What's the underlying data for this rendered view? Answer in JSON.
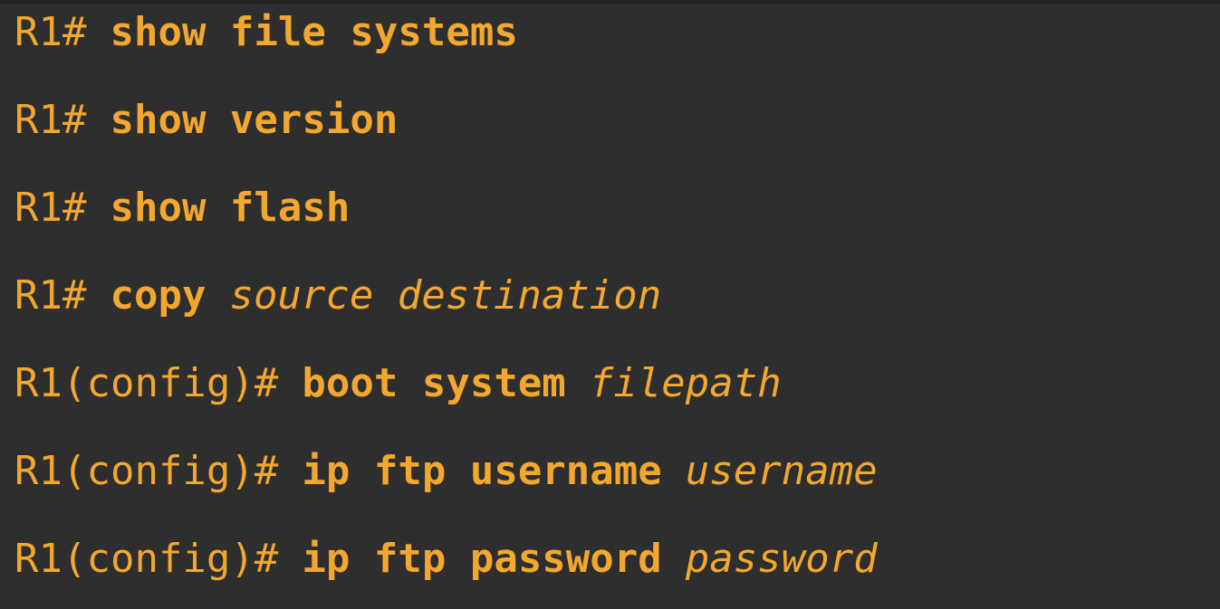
{
  "terminal": {
    "background_color": "#2e2e2f",
    "text_color": "#f2a72e",
    "lines": [
      {
        "prompt": "R1#",
        "command": "show file systems",
        "argument": ""
      },
      {
        "prompt": "R1#",
        "command": "show version",
        "argument": ""
      },
      {
        "prompt": "R1#",
        "command": "show flash",
        "argument": ""
      },
      {
        "prompt": "R1#",
        "command": "copy",
        "argument": "source destination"
      },
      {
        "prompt": "R1(config)#",
        "command": "boot system",
        "argument": "filepath"
      },
      {
        "prompt": "R1(config)#",
        "command": "ip ftp username",
        "argument": "username"
      },
      {
        "prompt": "R1(config)#",
        "command": "ip ftp password",
        "argument": "password"
      }
    ]
  }
}
